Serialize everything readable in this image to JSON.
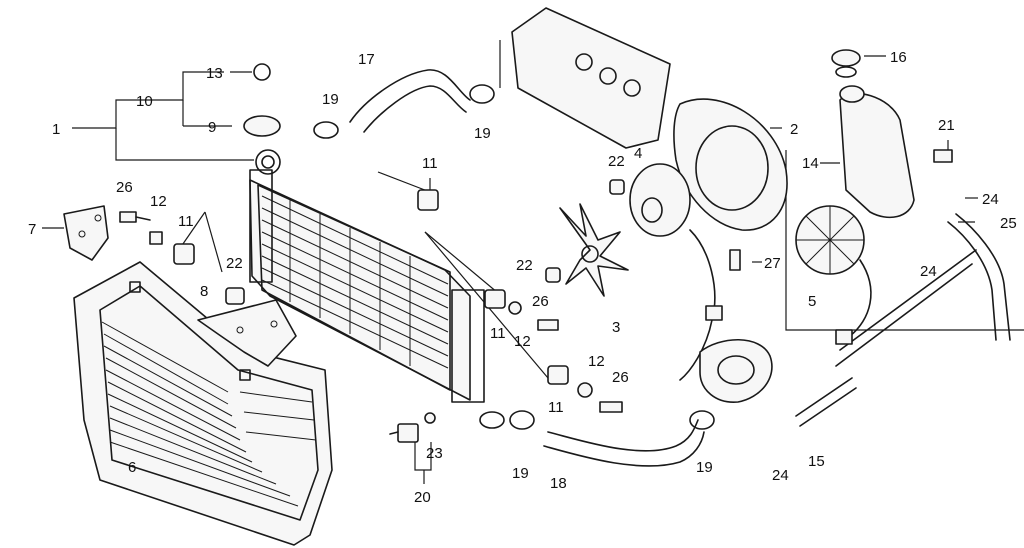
{
  "labels": {
    "n1": "1",
    "n2": "2",
    "n3": "3",
    "n4": "4",
    "n5": "5",
    "n6": "6",
    "n7": "7",
    "n8": "8",
    "n9": "9",
    "n10": "10",
    "n11a": "11",
    "n11b": "11",
    "n11c": "11",
    "n11d": "11",
    "n12a": "12",
    "n12b": "12",
    "n12c": "12",
    "n13": "13",
    "n14": "14",
    "n15": "15",
    "n16": "16",
    "n17": "17",
    "n18": "18",
    "n19a": "19",
    "n19b": "19",
    "n19c": "19",
    "n19d": "19",
    "n20": "20",
    "n21": "21",
    "n22a": "22",
    "n22b": "22",
    "n22c": "22",
    "n23": "23",
    "n24a": "24",
    "n24b": "24",
    "n24c": "24",
    "n25": "25",
    "n26a": "26",
    "n26b": "26",
    "n26c": "26",
    "n27": "27"
  }
}
